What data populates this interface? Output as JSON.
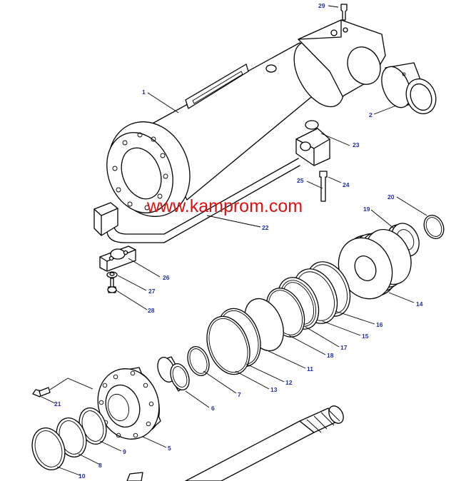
{
  "watermark": "www.kamprom.com",
  "colors": {
    "callout": "#1f2bb0",
    "watermark": "#e01010",
    "line": "#000000"
  },
  "callouts": {
    "c1": "1",
    "c2": "2",
    "c5": "5",
    "c6": "6",
    "c7": "7",
    "c8": "8",
    "c9": "9",
    "c10": "10",
    "c11": "11",
    "c12": "12",
    "c13": "13",
    "c14": "14",
    "c15": "15",
    "c16": "16",
    "c17": "17",
    "c18": "18",
    "c19": "19",
    "c20": "20",
    "c21": "21",
    "c22": "22",
    "c23": "23",
    "c24": "24",
    "c25": "25",
    "c26": "26",
    "c27": "27",
    "c28": "28",
    "c29": "29"
  }
}
